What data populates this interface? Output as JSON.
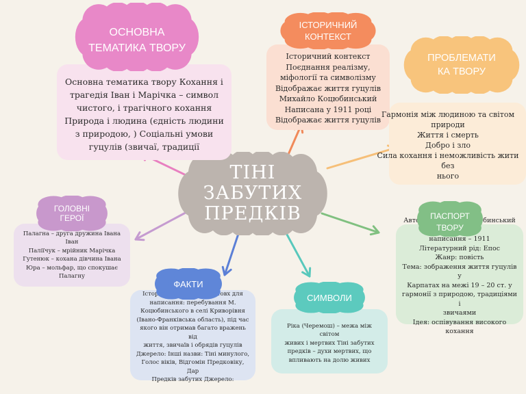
{
  "center": {
    "title": "ТІНІ\nЗАБУТИХ\nПРЕДКІВ"
  },
  "nodes": {
    "main_theme": {
      "title": "ОСНОВНА\nТЕМАТИКА ТВОРУ",
      "text": "Основна тематика твору Кохання і\nтрагедія Іван і Марічка – символ\nчистого, і трагічного кохання\nПрирода і людина (єдність людини\nз природою, ) Соціальні умови\nгуцулів (звичаї, традиції"
    },
    "historical": {
      "title": "ІСТОРИЧНИЙ\nКОНТЕКСТ",
      "text": "Історичний контекст\nПоєднання реалізму,\nміфології та символізму\nВідображає життя гуцулів\nМихайло Коцюбинський\nНаписана у 1911 році\nВідображає життя гуцулів"
    },
    "problems": {
      "title": "ПРОБЛЕМАТИ\nКА ТВОРУ",
      "text": "Гармонія між людиною та світом\nприроди\nЖиття і смерть\nДобро і зло\nСила кохання і неможливість жити без\nнього"
    },
    "heroes": {
      "title": "ГОЛОВНІ\nГЕРОЇ",
      "text": "Палагна – друга дружина Івана Іван\nПаліїчук – мрійник Марічка\nГутенюк – кохана дівчина Івана\nЮра – мольфар, що спокушає\nПалагну"
    },
    "passport": {
      "title": "ПАСПОРТ\nТВОРУ",
      "text": "Автор – Михайло Коцюбинський Рік\nнаписання – 1911\nЛітературний рід: Епос\nЖанр: повість\nТема: зображення життя гуцулів у\nКарпатах на межі 19 – 20 ст. у\nгармонії з природою, традиціями і\nзвичаями\nІдея: оспівування високого кохання"
    },
    "facts": {
      "title": "ФАКТИ",
      "text": "Історія написання: Поштовх для\nнаписання: перебування М.\nКоцюбинського в селі Криворівня\n(Івано-Франківська область), під час\nякого він отримав багато вражень від\nжиття, звичаїв і обрядів гуцулів\nДжерело: Інші назви: Тіні минулого,\nГолос віків, Відгомін Предковіку, Дар\nПредків забутих Джерело:"
    },
    "symbols": {
      "title": "СИМВОЛИ",
      "text": "Ріка (Черемош) – межа між світом\nживих і мертвих Тіні забутих\nпредків – духи мертвих, що\nвпливають на долю живих"
    }
  },
  "colors": {
    "background": "#f6f2ea",
    "center_cloud": "#bcb4ae",
    "main_theme_cloud": "#e888c8",
    "main_theme_box": "#f8e2ee",
    "main_theme_line": "#e880c0",
    "historical_cloud": "#f48c5e",
    "historical_box": "#fbdfd2",
    "historical_line": "#f08a5a",
    "problems_cloud": "#f8c47c",
    "problems_box": "#fcecd8",
    "problems_line": "#f6bf78",
    "heroes_cloud": "#c898cc",
    "heroes_box": "#ede0ee",
    "heroes_line": "#c59bd0",
    "passport_cloud": "#82bf86",
    "passport_box": "#dbecd8",
    "passport_line": "#80c080",
    "facts_cloud": "#5f86d8",
    "facts_box": "#dde4f2",
    "facts_line": "#5b7fd6",
    "symbols_cloud": "#5ccabe",
    "symbols_box": "#d3ece8",
    "symbols_line": "#58c8bc"
  }
}
